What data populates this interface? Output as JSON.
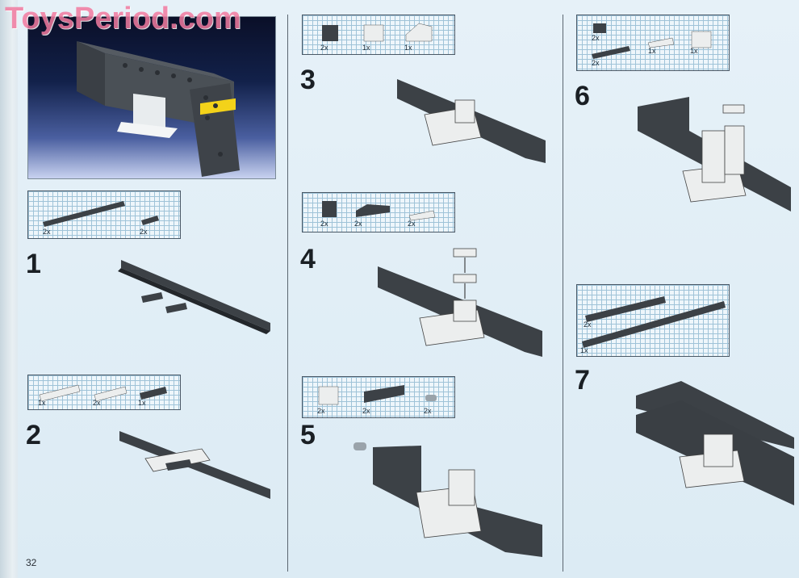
{
  "watermark": "ToysPeriod.com",
  "page_number": "32",
  "steps": [
    {
      "number": "1",
      "parts": [
        {
          "qty": "2x"
        },
        {
          "qty": "2x"
        }
      ]
    },
    {
      "number": "2",
      "parts": [
        {
          "qty": "1x"
        },
        {
          "qty": "2x"
        },
        {
          "qty": "1x"
        }
      ]
    },
    {
      "number": "3",
      "parts": [
        {
          "qty": "2x"
        },
        {
          "qty": "1x"
        },
        {
          "qty": "1x"
        }
      ]
    },
    {
      "number": "4",
      "parts": [
        {
          "qty": "2x"
        },
        {
          "qty": "2x"
        },
        {
          "qty": "2x"
        }
      ]
    },
    {
      "number": "5",
      "parts": [
        {
          "qty": "2x"
        },
        {
          "qty": "2x"
        },
        {
          "qty": "2x"
        }
      ]
    },
    {
      "number": "6",
      "parts": [
        {
          "qty": "2x"
        },
        {
          "qty": "2x"
        },
        {
          "qty": "1x"
        },
        {
          "qty": "1x"
        }
      ]
    },
    {
      "number": "7",
      "parts": [
        {
          "qty": "2x"
        },
        {
          "qty": "1x"
        }
      ]
    }
  ],
  "colors": {
    "dark_brick": "#3c4146",
    "light_brick": "#eceeee",
    "yellow": "#f3d21a",
    "grid": "#9fc3d8"
  }
}
